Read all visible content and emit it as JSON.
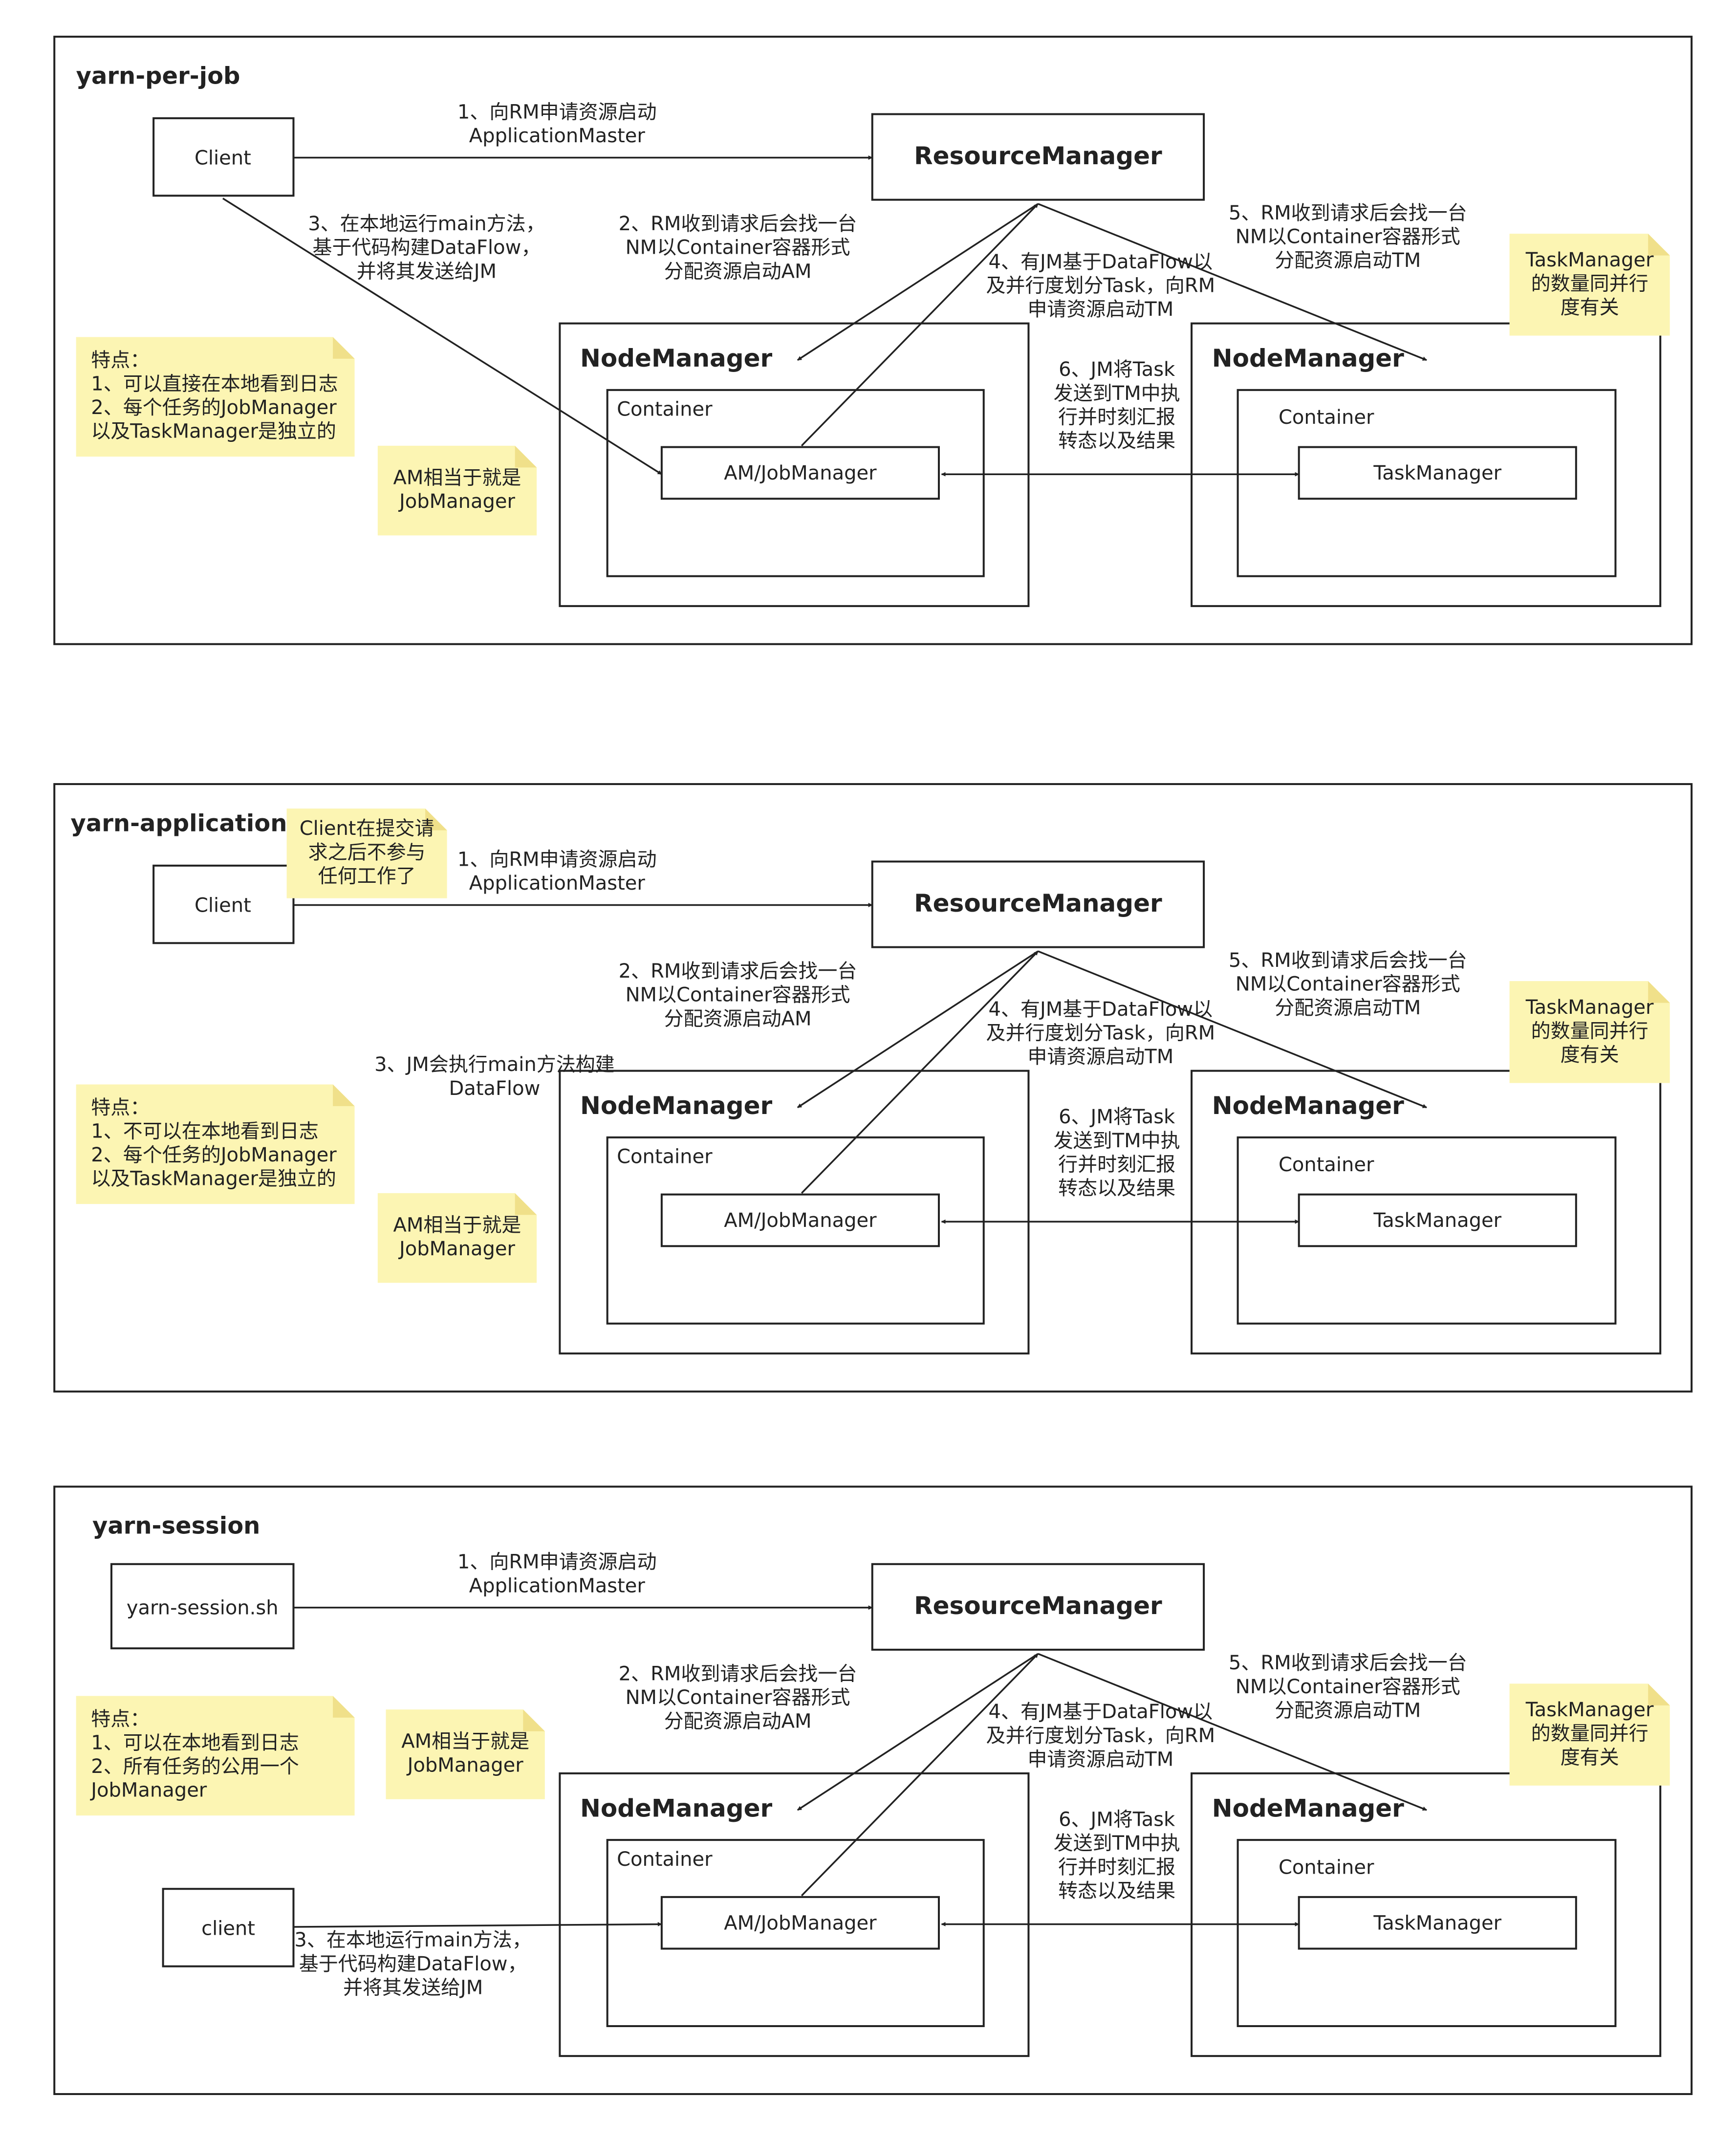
{
  "sections": [
    {
      "key": "per-job",
      "title": "yarn-per-job",
      "client_label": "Client",
      "resource_manager": "ResourceManager",
      "node_manager_left": "NodeManager",
      "node_manager_right": "NodeManager",
      "container_left": "Container",
      "container_right": "Container",
      "am_label": "AM/JobManager",
      "tm_label": "TaskManager",
      "step1": [
        "1、向RM申请资源启动",
        "ApplicationMaster"
      ],
      "step2": [
        "2、RM收到请求后会找一台",
        "NM以Container容器形式",
        "分配资源启动AM"
      ],
      "step3": [
        "3、在本地运行main方法，",
        "基于代码构建DataFlow，",
        "并将其发送给JM"
      ],
      "step4": [
        "4、有JM基于DataFlow以",
        "及并行度划分Task，向RM",
        "申请资源启动TM"
      ],
      "step5": [
        "5、RM收到请求后会找一台",
        "NM以Container容器形式",
        "分配资源启动TM"
      ],
      "step6": [
        "6、JM将Task",
        "发送到TM中执",
        "行并时刻汇报",
        "转态以及结果"
      ],
      "note_features": [
        "特点：",
        "1、可以直接在本地看到日志",
        "2、每个任务的JobManager",
        "以及TaskManager是独立的"
      ],
      "note_am": [
        "AM相当于就是",
        "JobManager"
      ],
      "note_tm": [
        "TaskManager",
        "的数量同并行",
        "度有关"
      ]
    },
    {
      "key": "application",
      "title": "yarn-application",
      "client_label": "Client",
      "resource_manager": "ResourceManager",
      "node_manager_left": "NodeManager",
      "node_manager_right": "NodeManager",
      "container_left": "Container",
      "container_right": "Container",
      "am_label": "AM/JobManager",
      "tm_label": "TaskManager",
      "step1": [
        "1、向RM申请资源启动",
        "ApplicationMaster"
      ],
      "step2": [
        "2、RM收到请求后会找一台",
        "NM以Container容器形式",
        "分配资源启动AM"
      ],
      "step3": [
        "3、JM会执行main方法构建",
        "DataFlow"
      ],
      "step4": [
        "4、有JM基于DataFlow以",
        "及并行度划分Task，向RM",
        "申请资源启动TM"
      ],
      "step5": [
        "5、RM收到请求后会找一台",
        "NM以Container容器形式",
        "分配资源启动TM"
      ],
      "step6": [
        "6、JM将Task",
        "发送到TM中执",
        "行并时刻汇报",
        "转态以及结果"
      ],
      "note_features": [
        "特点：",
        "1、不可以在本地看到日志",
        "2、每个任务的JobManager",
        "以及TaskManager是独立的"
      ],
      "note_am": [
        "AM相当于就是",
        "JobManager"
      ],
      "note_tm": [
        "TaskManager",
        "的数量同并行",
        "度有关"
      ],
      "note_client": [
        "Client在提交请",
        "求之后不参与",
        "任何工作了"
      ]
    },
    {
      "key": "session",
      "title": "yarn-session",
      "client_label": "yarn-session.sh",
      "client2_label": "client",
      "resource_manager": "ResourceManager",
      "node_manager_left": "NodeManager",
      "node_manager_right": "NodeManager",
      "container_left": "Container",
      "container_right": "Container",
      "am_label": "AM/JobManager",
      "tm_label": "TaskManager",
      "step1": [
        "1、向RM申请资源启动",
        "ApplicationMaster"
      ],
      "step2": [
        "2、RM收到请求后会找一台",
        "NM以Container容器形式",
        "分配资源启动AM"
      ],
      "step3": [
        "3、在本地运行main方法，",
        "基于代码构建DataFlow，",
        "并将其发送给JM"
      ],
      "step4": [
        "4、有JM基于DataFlow以",
        "及并行度划分Task，向RM",
        "申请资源启动TM"
      ],
      "step5": [
        "5、RM收到请求后会找一台",
        "NM以Container容器形式",
        "分配资源启动TM"
      ],
      "step6": [
        "6、JM将Task",
        "发送到TM中执",
        "行并时刻汇报",
        "转态以及结果"
      ],
      "note_features": [
        "特点：",
        "1、可以在本地看到日志",
        "2、所有任务的公用一个",
        "JobManager"
      ],
      "note_am": [
        "AM相当于就是",
        "JobManager"
      ],
      "note_tm": [
        "TaskManager",
        "的数量同并行",
        "度有关"
      ]
    }
  ],
  "colors": {
    "stroke": "#222222",
    "note_fill": "#fcf5b3",
    "note_fold": "#f0e08a",
    "background": "#ffffff"
  }
}
